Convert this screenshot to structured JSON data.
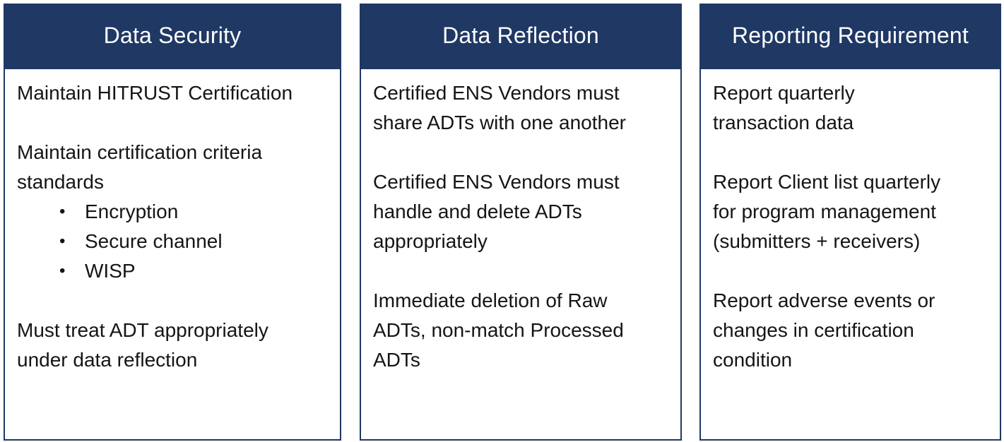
{
  "colors": {
    "header_bg": "#1f3864",
    "header_text": "#ffffff",
    "body_border": "#1f3864",
    "body_text": "#151515",
    "page_bg": "#ffffff"
  },
  "glyphs": {
    "bullet": "•"
  },
  "cards": [
    {
      "title": "Data Security",
      "paragraphs": [
        "Maintain HITRUST Certification",
        "Maintain certification criteria\nstandards",
        "Must treat ADT appropriately\nunder data reflection"
      ],
      "bullets": [
        "Encryption",
        "Secure channel",
        "WISP"
      ]
    },
    {
      "title": "Data Reflection",
      "paragraphs": [
        "Certified ENS Vendors must\nshare ADTs with one another",
        "Certified ENS Vendors must\nhandle and delete ADTs\nappropriately",
        "Immediate deletion of Raw\nADTs, non-match Processed\nADTs"
      ]
    },
    {
      "title": "Reporting Requirement",
      "paragraphs": [
        "Report quarterly\ntransaction data",
        "Report Client list quarterly\nfor program management\n(submitters + receivers)",
        "Report adverse events or\nchanges in certification\ncondition"
      ]
    }
  ]
}
